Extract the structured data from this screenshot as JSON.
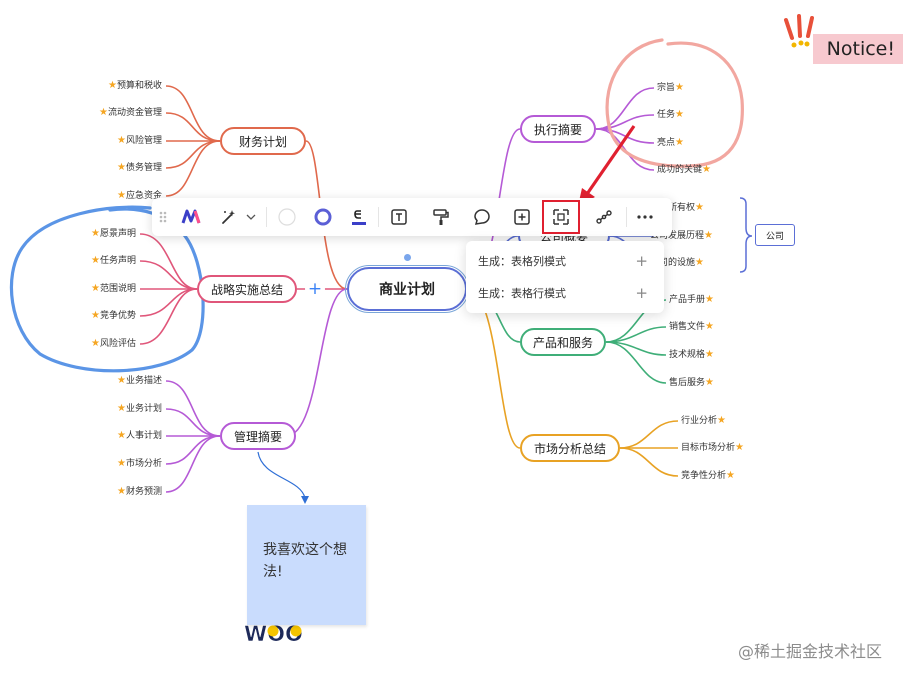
{
  "root": {
    "label": "商业计划"
  },
  "star": "★",
  "branches": {
    "finance": {
      "label": "财务计划",
      "color": "#e0694c",
      "items": [
        "预算和税收",
        "流动资金管理",
        "风险管理",
        "债务管理",
        "应急资金"
      ]
    },
    "strategy": {
      "label": "战略实施总结",
      "color": "#e0567a",
      "items": [
        "愿景声明",
        "任务声明",
        "范围说明",
        "竞争优势",
        "风险评估"
      ]
    },
    "management": {
      "label": "管理摘要",
      "color": "#b55ad6",
      "items": [
        "业务描述",
        "业务计划",
        "人事计划",
        "市场分析",
        "财务预测"
      ]
    },
    "executive": {
      "label": "执行摘要",
      "color": "#b55ad6",
      "items": [
        "宗旨",
        "任务",
        "亮点",
        "成功的关键"
      ]
    },
    "company": {
      "label": "公司概要",
      "color": "#5b6fd6",
      "items": [
        "公司所有权",
        "公司发展历程",
        "公司的设施"
      ]
    },
    "products": {
      "label": "产品和服务",
      "color": "#3fae78",
      "items": [
        "产品手册",
        "销售文件",
        "技术规格",
        "售后服务"
      ]
    },
    "market": {
      "label": "市场分析总结",
      "color": "#e8a224",
      "items": [
        "行业分析",
        "目标市场分析",
        "竞争性分析"
      ]
    }
  },
  "company_summary_label": "公司",
  "toolbar": {
    "buttons": [
      "drag-handle",
      "ai-logo",
      "magic-wand",
      "dropdown-chevron",
      "fill-color",
      "border-color",
      "text-color",
      "text-box",
      "format-painter",
      "comment",
      "insert",
      "convert-to-table",
      "connector",
      "more"
    ]
  },
  "dropdown": {
    "items": [
      {
        "label": "生成：表格列模式",
        "action": "+"
      },
      {
        "label": "生成：表格行模式",
        "action": "+"
      }
    ]
  },
  "sticky_note": {
    "text": "我喜欢这个想法!"
  },
  "notice": {
    "text": "Notice!"
  },
  "woo_sticker": {
    "text": "WOO"
  },
  "add_button": {
    "label": "+"
  },
  "watermark": {
    "text": "@稀土掘金技术社区"
  },
  "colors": {
    "highlight_box": "#e02030",
    "annotation_arrow": "#e02030",
    "blue_lasso": "#5b95e6",
    "pink_lasso": "#f2a7a0"
  }
}
